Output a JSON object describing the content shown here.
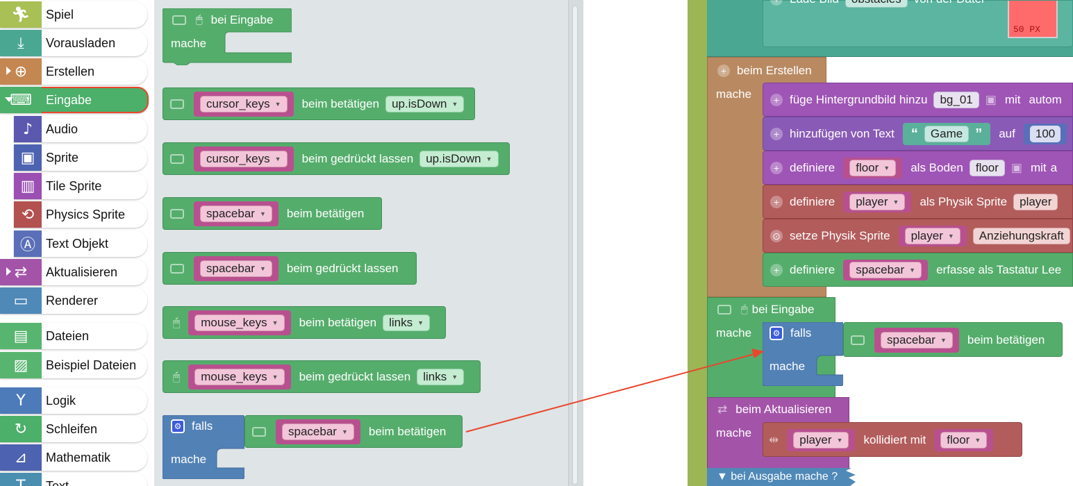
{
  "toolbox": {
    "categories": [
      {
        "label": "Spiel",
        "color": "#a8c055",
        "icon": "running-person-icon"
      },
      {
        "label": "Vorausladen",
        "color": "#4aa792",
        "icon": "download-icon"
      },
      {
        "label": "Erstellen",
        "color": "#c48752",
        "icon": "plus-circle-icon"
      },
      {
        "label": "Eingabe",
        "color": "#4caf6a",
        "icon": "keyboard-icon"
      },
      {
        "label": "Audio",
        "color": "#5b58b0",
        "icon": "music-note-icon"
      },
      {
        "label": "Sprite",
        "color": "#4d62b0",
        "icon": "portrait-icon"
      },
      {
        "label": "Tile Sprite",
        "color": "#9b4fb3",
        "icon": "tiles-icon"
      },
      {
        "label": "Physics Sprite",
        "color": "#b35050",
        "icon": "physics-icon"
      },
      {
        "label": "Text Objekt",
        "color": "#5a6fb8",
        "icon": "text-box-icon"
      },
      {
        "label": "Aktualisieren",
        "color": "#a354a8",
        "icon": "repeat-icon"
      },
      {
        "label": "Renderer",
        "color": "#4f89b8",
        "icon": "laptop-icon"
      },
      {
        "label": "Dateien",
        "color": "#58b570",
        "icon": "photo-library-icon"
      },
      {
        "label": "Beispiel Dateien",
        "color": "#58b570",
        "icon": "image-icon"
      },
      {
        "label": "Logik",
        "color": "#4d7ab8",
        "icon": "fork-icon"
      },
      {
        "label": "Schleifen",
        "color": "#4caf6a",
        "icon": "loop-icon"
      },
      {
        "label": "Mathematik",
        "color": "#4d62b0",
        "icon": "math-icon"
      },
      {
        "label": "Text",
        "color": "#4a8fb0",
        "icon": "text-icon"
      }
    ]
  },
  "flyout": {
    "on_input": {
      "title": "bei Eingabe",
      "do": "mache"
    },
    "b1": {
      "var": "cursor_keys",
      "action": "beim betätigen",
      "key": "up.isDown"
    },
    "b2": {
      "var": "cursor_keys",
      "action": "beim gedrückt lassen",
      "key": "up.isDown"
    },
    "b3": {
      "var": "spacebar",
      "action": "beim betätigen"
    },
    "b4": {
      "var": "spacebar",
      "action": "beim gedrückt lassen"
    },
    "b5": {
      "var": "mouse_keys",
      "action": "beim betätigen",
      "key": "links"
    },
    "b6": {
      "var": "mouse_keys",
      "action": "beim gedrückt lassen",
      "key": "links"
    },
    "if_block": {
      "if": "falls",
      "do": "mache",
      "var": "spacebar",
      "action": "beim betätigen"
    }
  },
  "workspace": {
    "top_partial": {
      "text1": "Lade Bild",
      "name": "obstacles",
      "text2": "von der Datei",
      "image_label": "50 PX"
    },
    "create": {
      "title": "beim Erstellen",
      "do": "mache"
    },
    "rows": [
      {
        "t1": "füge Hintergrundbild hinzu",
        "p1": "bg_01",
        "t2": "mit",
        "t3": "autom"
      },
      {
        "t1": "hinzufügen von Text",
        "p1": "Game",
        "t2": "auf",
        "t3": "100"
      },
      {
        "t1": "definiere",
        "p1": "floor",
        "t2": "als Boden",
        "p2": "floor",
        "t3": "mit",
        "t4": "a"
      },
      {
        "t1": "definiere",
        "p1": "player",
        "t2": "als Physik Sprite",
        "p2": "player"
      },
      {
        "t1": "setze Physik Sprite",
        "p1": "player",
        "p2": "Anziehungskraft"
      },
      {
        "t1": "definiere",
        "p1": "spacebar",
        "t2": "erfasse als Tastatur Lee"
      }
    ],
    "input": {
      "title": "bei Eingabe",
      "do": "mache",
      "if": "falls",
      "if_do": "mache",
      "var": "spacebar",
      "action": "beim betätigen"
    },
    "update": {
      "title": "beim Aktualisieren",
      "do": "mache",
      "p1": "player",
      "t1": "kollidiert mit",
      "p2": "floor"
    },
    "output": {
      "label": "▼ bei Ausgabe mache ?"
    }
  }
}
